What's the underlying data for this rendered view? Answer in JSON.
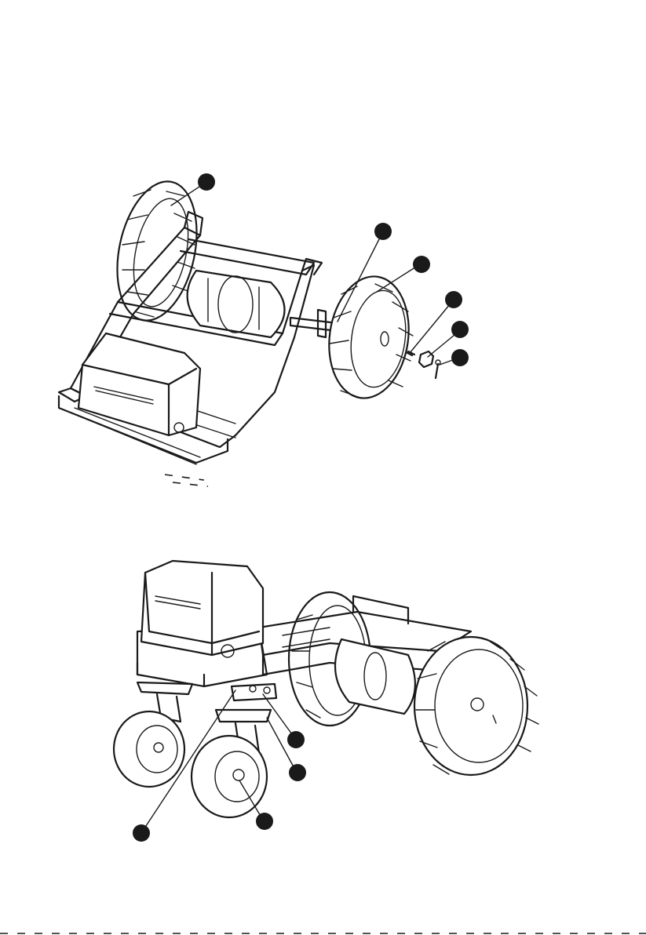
{
  "figure_top": {
    "callouts": [
      {
        "id": "callout-top-1"
      },
      {
        "id": "callout-top-2"
      },
      {
        "id": "callout-top-3"
      },
      {
        "id": "callout-top-4"
      },
      {
        "id": "callout-top-5"
      },
      {
        "id": "callout-top-6"
      }
    ]
  },
  "figure_bottom": {
    "callouts": [
      {
        "id": "callout-bottom-1"
      },
      {
        "id": "callout-bottom-2"
      },
      {
        "id": "callout-bottom-3"
      },
      {
        "id": "callout-bottom-4"
      }
    ]
  },
  "colors": {
    "line": "#1a1a1a",
    "callout_dot": "#1a1a1a",
    "background": "#ffffff"
  }
}
